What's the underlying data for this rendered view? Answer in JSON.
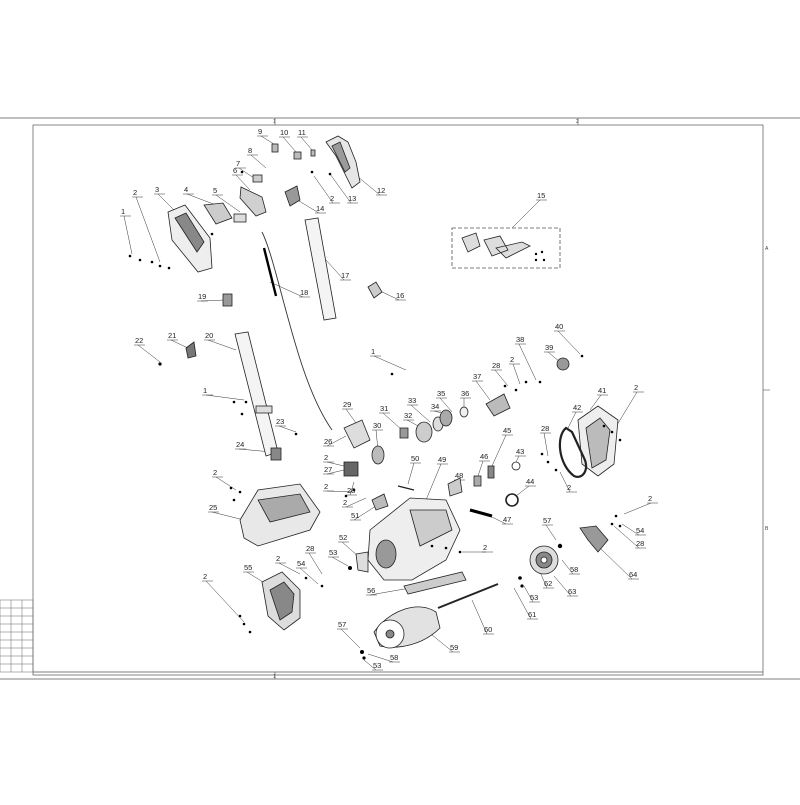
{
  "sheet": {
    "zone_top": [
      "1",
      "2"
    ],
    "zone_bottom": [
      "1"
    ],
    "zone_right": [
      "A",
      "B"
    ]
  },
  "callouts": [
    {
      "id": "c1",
      "text": "1"
    },
    {
      "id": "c2",
      "text": "2"
    },
    {
      "id": "c3",
      "text": "3"
    },
    {
      "id": "c4",
      "text": "4"
    },
    {
      "id": "c5",
      "text": "5"
    },
    {
      "id": "c6",
      "text": "6"
    },
    {
      "id": "c7",
      "text": "7"
    },
    {
      "id": "c8",
      "text": "8"
    },
    {
      "id": "c9",
      "text": "9"
    },
    {
      "id": "c10",
      "text": "10"
    },
    {
      "id": "c11",
      "text": "11"
    },
    {
      "id": "c12",
      "text": "12"
    },
    {
      "id": "c13",
      "text": "13"
    },
    {
      "id": "c2b",
      "text": "2"
    },
    {
      "id": "c14",
      "text": "14"
    },
    {
      "id": "c15",
      "text": "15"
    },
    {
      "id": "c16",
      "text": "16"
    },
    {
      "id": "c17",
      "text": "17"
    },
    {
      "id": "c18",
      "text": "18"
    },
    {
      "id": "c19",
      "text": "19"
    },
    {
      "id": "c20",
      "text": "20"
    },
    {
      "id": "c21",
      "text": "21"
    },
    {
      "id": "c22",
      "text": "22"
    },
    {
      "id": "c1b",
      "text": "1"
    },
    {
      "id": "c23",
      "text": "23"
    },
    {
      "id": "c24",
      "text": "24"
    },
    {
      "id": "c1c",
      "text": "1"
    },
    {
      "id": "c25",
      "text": "25"
    },
    {
      "id": "c2c",
      "text": "2"
    },
    {
      "id": "c26",
      "text": "26"
    },
    {
      "id": "c29",
      "text": "29"
    },
    {
      "id": "c2d",
      "text": "2"
    },
    {
      "id": "c27",
      "text": "27"
    },
    {
      "id": "c2e",
      "text": "2"
    },
    {
      "id": "c28",
      "text": "28"
    },
    {
      "id": "c30",
      "text": "30"
    },
    {
      "id": "c31",
      "text": "31"
    },
    {
      "id": "c32",
      "text": "32"
    },
    {
      "id": "c33",
      "text": "33"
    },
    {
      "id": "c34",
      "text": "34"
    },
    {
      "id": "c35",
      "text": "35"
    },
    {
      "id": "c36",
      "text": "36"
    },
    {
      "id": "c37",
      "text": "37"
    },
    {
      "id": "c28b",
      "text": "28"
    },
    {
      "id": "c2f",
      "text": "2"
    },
    {
      "id": "c38",
      "text": "38"
    },
    {
      "id": "c39",
      "text": "39"
    },
    {
      "id": "c40",
      "text": "40"
    },
    {
      "id": "c41",
      "text": "41"
    },
    {
      "id": "c2g",
      "text": "2"
    },
    {
      "id": "c42",
      "text": "42"
    },
    {
      "id": "c28c",
      "text": "28"
    },
    {
      "id": "c2h",
      "text": "2"
    },
    {
      "id": "c43",
      "text": "43"
    },
    {
      "id": "c44",
      "text": "44"
    },
    {
      "id": "c45",
      "text": "45"
    },
    {
      "id": "c46",
      "text": "46"
    },
    {
      "id": "c47",
      "text": "47"
    },
    {
      "id": "c48",
      "text": "48"
    },
    {
      "id": "c49",
      "text": "49"
    },
    {
      "id": "c50",
      "text": "50"
    },
    {
      "id": "c2i",
      "text": "2"
    },
    {
      "id": "c51",
      "text": "51"
    },
    {
      "id": "c2j",
      "text": "2"
    },
    {
      "id": "c52",
      "text": "52"
    },
    {
      "id": "c53",
      "text": "53"
    },
    {
      "id": "c28d",
      "text": "28"
    },
    {
      "id": "c54",
      "text": "54"
    },
    {
      "id": "c2k",
      "text": "2"
    },
    {
      "id": "c55",
      "text": "55"
    },
    {
      "id": "c2l",
      "text": "2"
    },
    {
      "id": "c56",
      "text": "56"
    },
    {
      "id": "c57",
      "text": "57"
    },
    {
      "id": "c58",
      "text": "58"
    },
    {
      "id": "c62",
      "text": "62"
    },
    {
      "id": "c63",
      "text": "63"
    },
    {
      "id": "c53b",
      "text": "53"
    },
    {
      "id": "c61",
      "text": "61"
    },
    {
      "id": "c60",
      "text": "60"
    },
    {
      "id": "c59",
      "text": "59"
    },
    {
      "id": "c57b",
      "text": "57"
    },
    {
      "id": "c58b",
      "text": "58"
    },
    {
      "id": "c53c",
      "text": "53"
    },
    {
      "id": "c2m",
      "text": "2"
    },
    {
      "id": "c54b",
      "text": "54"
    },
    {
      "id": "c28e",
      "text": "28"
    },
    {
      "id": "c64",
      "text": "64"
    }
  ]
}
